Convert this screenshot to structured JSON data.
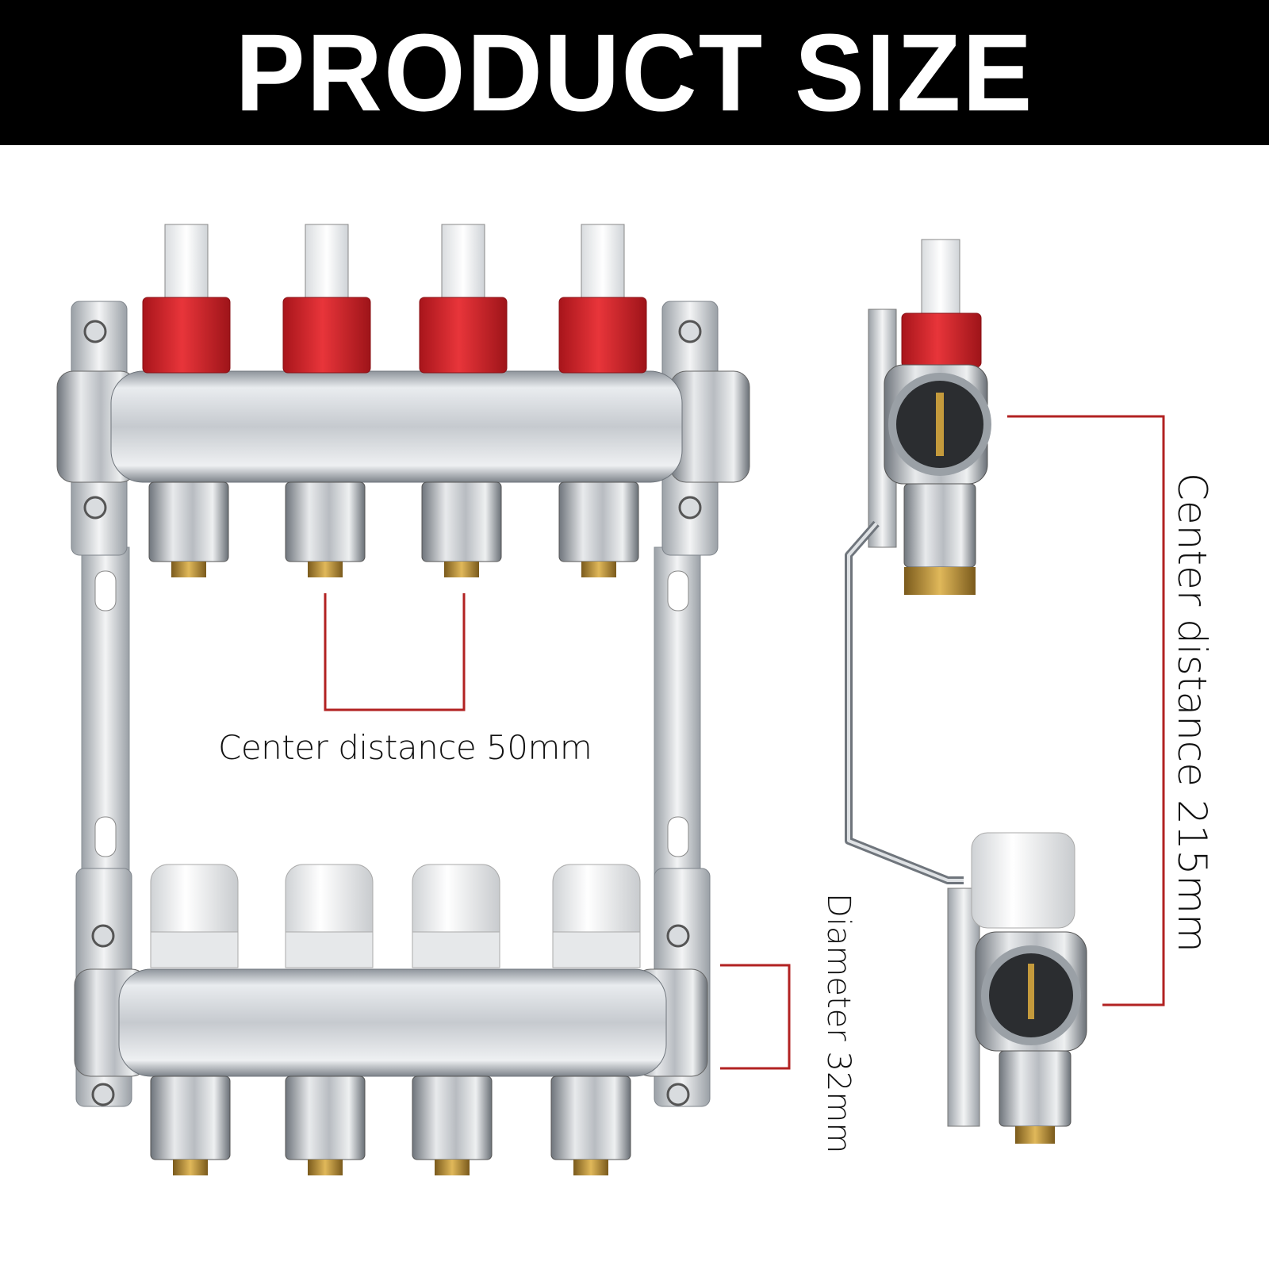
{
  "banner": {
    "title": "PRODUCT SIZE"
  },
  "dimensions": {
    "center_distance_ports": "Center distance 50mm",
    "center_distance_bars": "Center distance 215mm",
    "diameter": "Diameter 32mm"
  },
  "colors": {
    "banner_bg": "#000000",
    "banner_text": "#ffffff",
    "dimension_line": "#b22222",
    "flowmeter_cap": "#d6242a",
    "valve_knob": "#f2f2f2",
    "steel": "#c9ccd1",
    "brass": "#c49a3c"
  },
  "manifold": {
    "supply_loops": 4,
    "return_loops": 4
  }
}
